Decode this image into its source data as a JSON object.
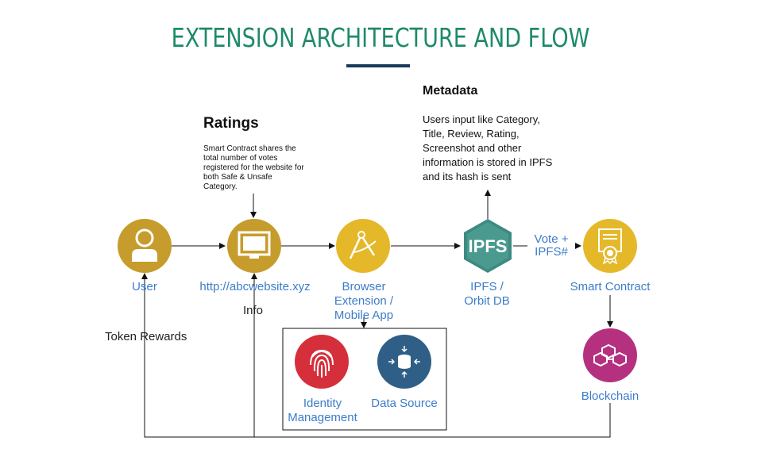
{
  "title": "EXTENSION ARCHITECTURE AND FLOW",
  "colors": {
    "title": "#1e8a6a",
    "underline": "#1b3a5a",
    "gold_node": "#c69c2c",
    "yellow_node": "#e5b82a",
    "ipfs_node": "#3e8a82",
    "identity_node": "#d42f3b",
    "datasource_node": "#2f5f86",
    "blockchain_node": "#b53180",
    "label_blue": "#3d7cc9"
  },
  "ratings": {
    "heading": "Ratings",
    "text": "Smart Contract shares the total number of votes registered for the website for both Safe & Unsafe Category."
  },
  "metadata": {
    "heading": "Metadata",
    "text": "Users input like Category, Title, Review, Rating, Screenshot and other information is stored in IPFS and its hash is sent"
  },
  "nodes": {
    "user": {
      "label": "User",
      "icon": "user-icon"
    },
    "website": {
      "label": "http://abcwebsite.xyz",
      "icon": "monitor-icon"
    },
    "extension": {
      "label_lines": [
        "Browser",
        "Extension /",
        "Mobile App"
      ],
      "icon": "compass-icon"
    },
    "ipfs": {
      "label_lines": [
        "IPFS /",
        "Orbit DB"
      ],
      "icon_text": "IPFS"
    },
    "smart_contract": {
      "label": "Smart Contract",
      "icon": "certificate-icon"
    },
    "blockchain": {
      "label": "Blockchain",
      "icon": "cubes-icon"
    },
    "identity": {
      "label_lines": [
        "Identity",
        "Management"
      ],
      "icon": "fingerprint-icon"
    },
    "datasource": {
      "label": "Data Source",
      "icon": "database-icon"
    }
  },
  "edges": {
    "vote_lines": [
      "Vote +",
      "IPFS#"
    ],
    "info": "Info",
    "token_rewards": "Token Rewards"
  }
}
